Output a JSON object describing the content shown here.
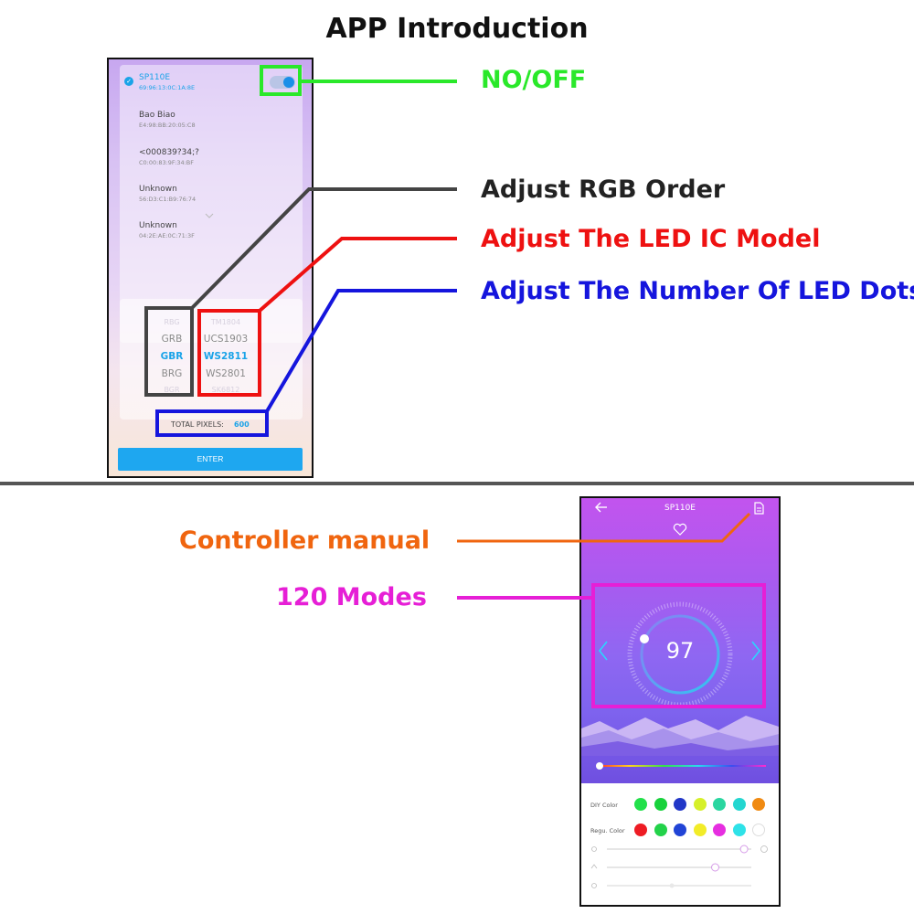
{
  "title": "APP Introduction",
  "colors": {
    "on_off": "#2ae82a",
    "rgb_order": "#333333",
    "ic_model": "#ee1111",
    "led_dots": "#1515dd",
    "manual": "#f0650f",
    "modes": "#e61fd6",
    "accent": "#1aa3e8"
  },
  "annotations": {
    "on_off": "NO/OFF",
    "rgb_order": "Adjust RGB Order",
    "ic_model": "Adjust The LED IC Model",
    "led_dots": "Adjust The Number Of LED Dots",
    "manual": "Controller manual",
    "modes": "120 Modes"
  },
  "phone1": {
    "devices": [
      {
        "name": "SP110E",
        "mac": "69:96:13:0C:1A:8E",
        "selected": true
      },
      {
        "name": "Bao Biao",
        "mac": "E4:98:BB:20:05:C8",
        "selected": false
      },
      {
        "name": "<000839?34;?",
        "mac": "C0:00:83:9F:34:BF",
        "selected": false
      },
      {
        "name": "Unknown",
        "mac": "56:D3:C1:B9:76:74",
        "selected": false
      },
      {
        "name": "Unknown",
        "mac": "04:2E:AE:0C:71:3F",
        "selected": false
      }
    ],
    "rgb_orders": [
      "RBG",
      "GRB",
      "GBR",
      "BRG",
      "BGR"
    ],
    "ic_models": [
      "TM1804",
      "UCS1903",
      "WS2811",
      "WS2801",
      "SK6812"
    ],
    "selected_rgb": "GBR",
    "selected_ic": "WS2811",
    "total_pixels_label": "TOTAL PIXELS:",
    "total_pixels_value": "600",
    "enter_label": "ENTER",
    "icons": [
      "check-icon",
      "power-toggle",
      "chevron-down-icon"
    ]
  },
  "phone2": {
    "title": "SP110E",
    "mode_number": "97",
    "diy_label": "DIY Color",
    "regu_label": "Regu. Color",
    "diy_colors": [
      "#22e04a",
      "#18d23c",
      "#2237c8",
      "#d6f02a",
      "#2ad6a0",
      "#24d6d0",
      "#f08a12"
    ],
    "regu_colors": [
      "#ee1c24",
      "#23d24a",
      "#2144d6",
      "#f2ec28",
      "#e62ee0",
      "#2ee2e8",
      "#ffffff"
    ],
    "slider_levels": {
      "brightness": 0.95,
      "speed": 0.75,
      "third": 0.45
    },
    "icons": [
      "back-arrow-icon",
      "manual-icon",
      "heart-icon",
      "chevron-left-icon",
      "chevron-right-icon",
      "sun-small-icon",
      "sun-large-icon",
      "speed-icon",
      "bulb-icon"
    ]
  }
}
